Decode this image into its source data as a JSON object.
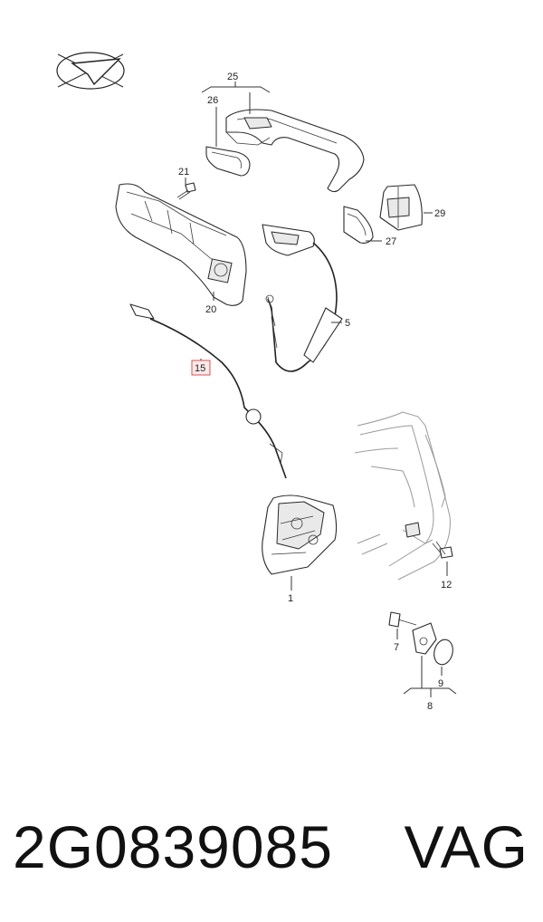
{
  "callouts": {
    "c1": "1",
    "c5": "5",
    "c7": "7",
    "c8": "8",
    "c9": "9",
    "c12": "12",
    "c15": "15",
    "c20": "20",
    "c21": "21",
    "c25": "25",
    "c26": "26",
    "c27": "27",
    "c29": "29"
  },
  "caption": {
    "part_number": "2G0839085",
    "brand": "VAG"
  },
  "colors": {
    "highlight": "#d9534f",
    "line": "#2a2a2a"
  },
  "icons": [
    "compass-logo-icon"
  ]
}
